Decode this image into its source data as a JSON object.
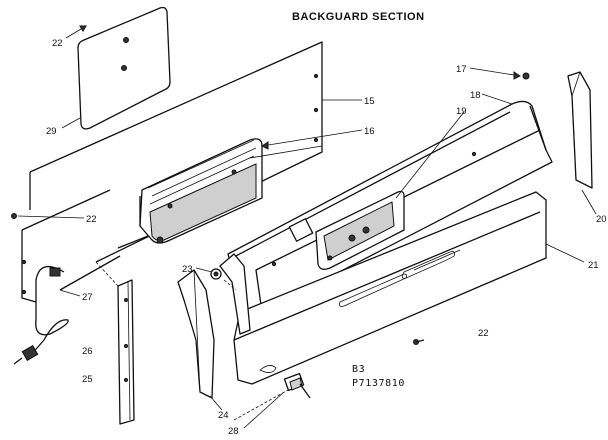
{
  "diagram": {
    "title": "BACKGUARD SECTION",
    "model_line1": "B3",
    "model_line2": "P7137810",
    "callouts": {
      "c15": "15",
      "c16": "16",
      "c17": "17",
      "c18": "18",
      "c19": "19",
      "c20": "20",
      "c21": "21",
      "c22a": "22",
      "c22b": "22",
      "c22c": "22",
      "c23": "23",
      "c24": "24",
      "c25": "25",
      "c26": "26",
      "c27": "27",
      "c28": "28",
      "c29": "29"
    }
  }
}
